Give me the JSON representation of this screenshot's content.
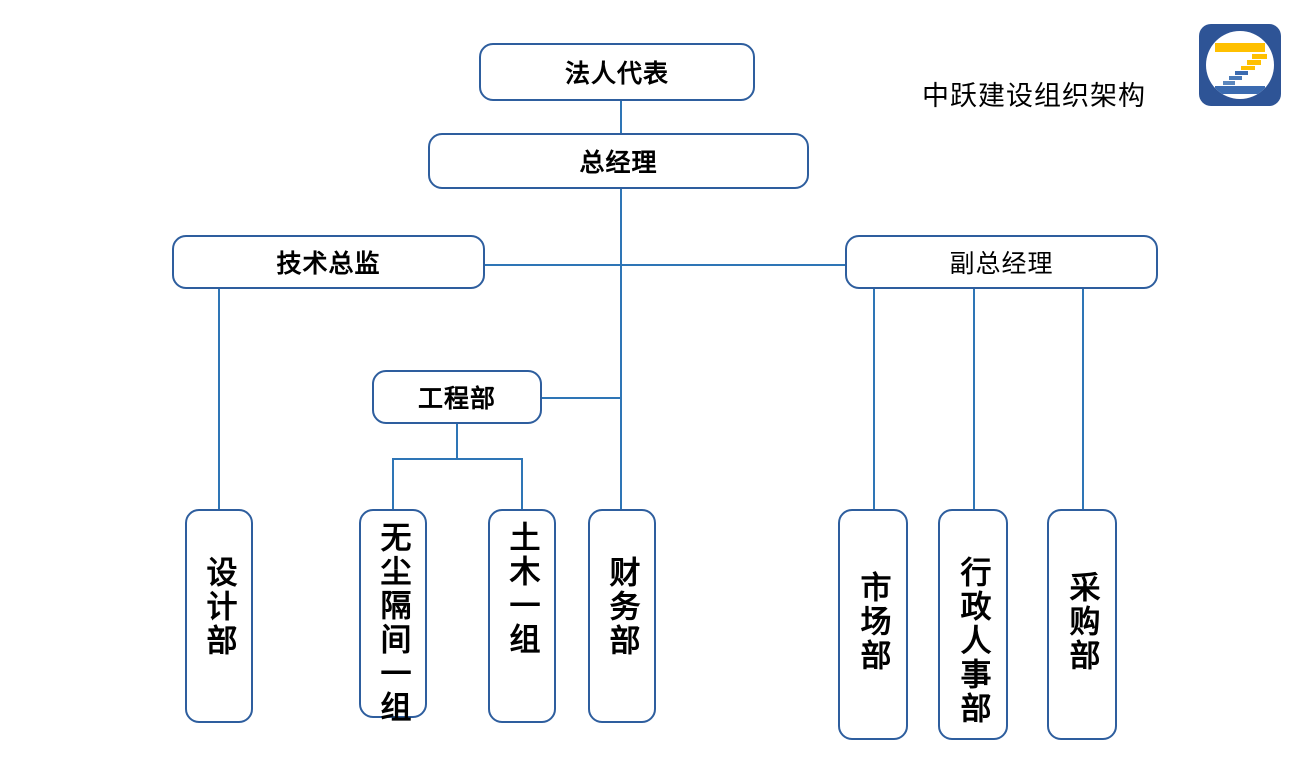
{
  "title": "中跃建设组织架构",
  "logo": {
    "name": "zhongyue-logo",
    "bg_color": "#2E5496",
    "accent_yellow": "#FFC000",
    "accent_blue": "#2E5496"
  },
  "colors": {
    "box_border": "#2E5E9E",
    "connector": "#2E75B6",
    "text": "#000000",
    "background": "#FFFFFF"
  },
  "nodes": {
    "legal_rep": {
      "label": "法人代表",
      "level": 1,
      "bold": true,
      "orientation": "horizontal"
    },
    "general_manager": {
      "label": "总经理",
      "level": 2,
      "bold": true,
      "orientation": "horizontal"
    },
    "tech_director": {
      "label": "技术总监",
      "level": 3,
      "bold": true,
      "orientation": "horizontal"
    },
    "deputy_manager": {
      "label": "副总经理",
      "level": 3,
      "bold": false,
      "orientation": "horizontal"
    },
    "engineering": {
      "label": "工程部",
      "level": 4,
      "bold": true,
      "orientation": "horizontal"
    },
    "design": {
      "label": "设计部",
      "level": 5,
      "bold": true,
      "orientation": "vertical"
    },
    "cleanroom_1": {
      "label": "无尘隔间一组",
      "level": 5,
      "bold": true,
      "orientation": "vertical"
    },
    "civil_1": {
      "label": "土木一组",
      "level": 5,
      "bold": true,
      "orientation": "vertical"
    },
    "finance": {
      "label": "财务部",
      "level": 5,
      "bold": true,
      "orientation": "vertical"
    },
    "marketing": {
      "label": "市场部",
      "level": 5,
      "bold": true,
      "orientation": "vertical"
    },
    "admin_hr": {
      "label": "行政人事部",
      "level": 5,
      "bold": true,
      "orientation": "vertical"
    },
    "purchasing": {
      "label": "采购部",
      "level": 5,
      "bold": true,
      "orientation": "vertical"
    }
  },
  "relations": [
    {
      "from": "legal_rep",
      "to": "general_manager"
    },
    {
      "from": "general_manager",
      "to": "tech_director"
    },
    {
      "from": "general_manager",
      "to": "deputy_manager"
    },
    {
      "from": "general_manager",
      "to": "engineering"
    },
    {
      "from": "general_manager",
      "to": "finance"
    },
    {
      "from": "tech_director",
      "to": "design"
    },
    {
      "from": "engineering",
      "to": "cleanroom_1"
    },
    {
      "from": "engineering",
      "to": "civil_1"
    },
    {
      "from": "deputy_manager",
      "to": "marketing"
    },
    {
      "from": "deputy_manager",
      "to": "admin_hr"
    },
    {
      "from": "deputy_manager",
      "to": "purchasing"
    }
  ]
}
